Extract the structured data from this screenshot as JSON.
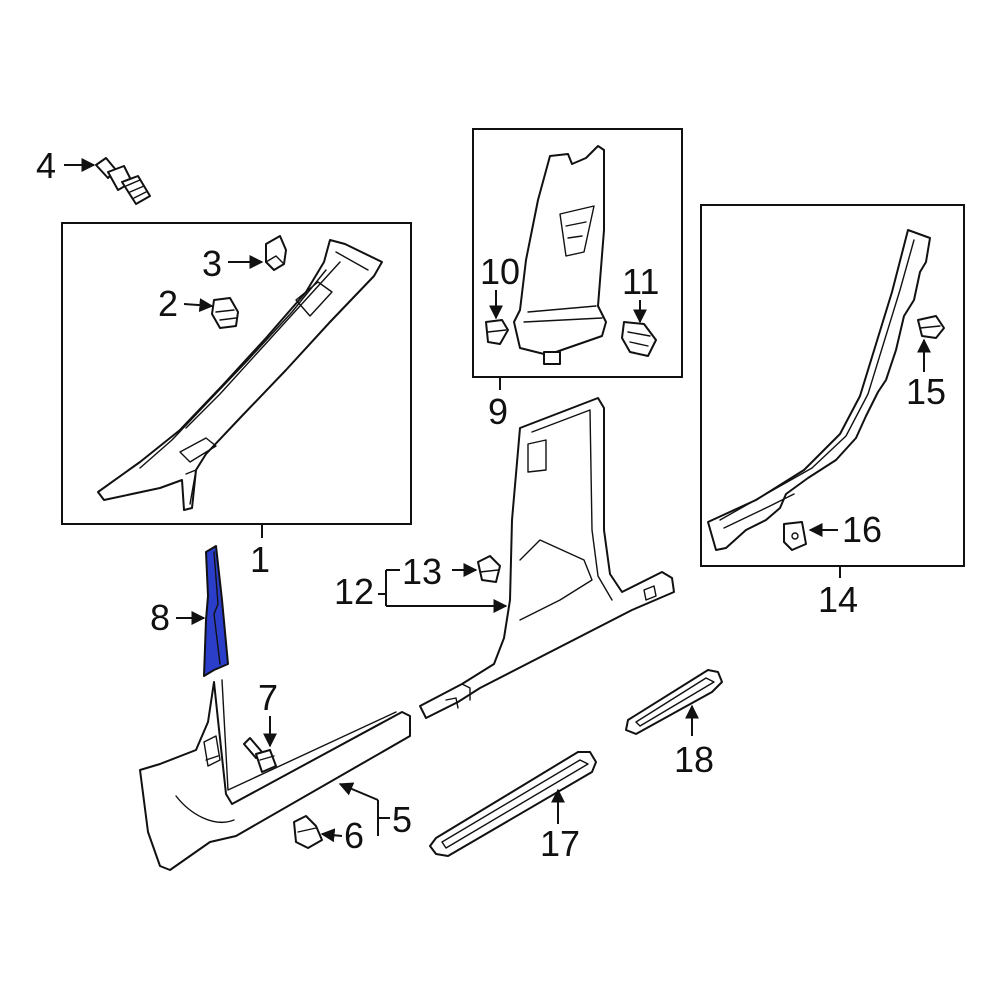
{
  "colors": {
    "line": "#111111",
    "background": "#ffffff",
    "highlight": "#2b3ec9"
  },
  "callouts": {
    "c1": "1",
    "c2": "2",
    "c3": "3",
    "c4": "4",
    "c5": "5",
    "c6": "6",
    "c7": "7",
    "c8": "8",
    "c9": "9",
    "c10": "10",
    "c11": "11",
    "c12": "12",
    "c13": "13",
    "c14": "14",
    "c15": "15",
    "c16": "16",
    "c17": "17",
    "c18": "18"
  },
  "highlighted_part": "8"
}
